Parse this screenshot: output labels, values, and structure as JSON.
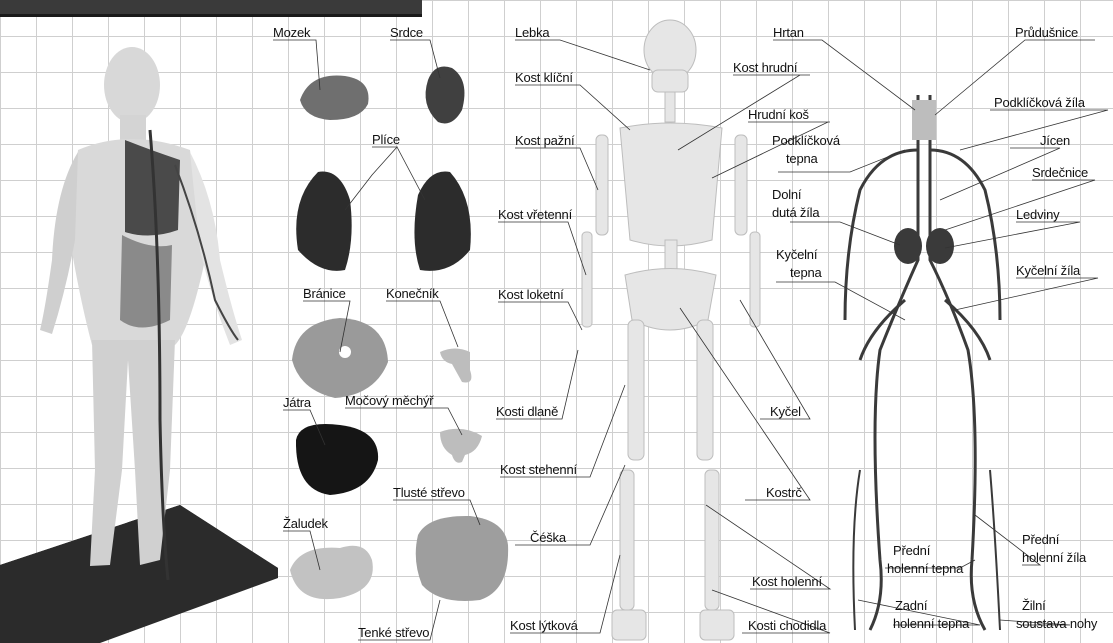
{
  "labels": {
    "mozek": "Mozek",
    "srdce": "Srdce",
    "plice": "Plíce",
    "branice": "Bránice",
    "konecnik": "Konečník",
    "jatra": "Játra",
    "mocovy_mechyr": "Močový měchýř",
    "tluste_strevo": "Tlusté střevo",
    "zaludek": "Žaludek",
    "tenke_strevo": "Tenké střevo",
    "lebka": "Lebka",
    "kost_klicni": "Kost klíční",
    "kost_hrudni": "Kost hrudní",
    "hrudni_kos": "Hrudní koš",
    "kost_pazni": "Kost pažní",
    "kost_vretenni": "Kost vřetenní",
    "kost_loketni": "Kost loketní",
    "kosti_dlane": "Kosti dlaně",
    "kycel": "Kyčel",
    "kost_stehenni": "Kost stehenní",
    "kostrc": "Kostrč",
    "cecka": "Čéška",
    "kost_holenni": "Kost holenní",
    "kost_lytkova": "Kost lýtková",
    "kosti_chodidla": "Kosti chodidla",
    "hrtan": "Hrtan",
    "prudusnice": "Průdušnice",
    "podklickova_zila": "Podklíčková žíla",
    "podklickova_tepna_1": "Podklíčková",
    "podklickova_tepna_2": "tepna",
    "jicen": "Jícen",
    "srdecnice": "Srdečnice",
    "dolni_duta_zila_1": "Dolní",
    "dolni_duta_zila_2": "dutá žíla",
    "ledviny": "Ledviny",
    "kycelni_tepna_1": "Kyčelní",
    "kycelni_tepna_2": "tepna",
    "kycelni_zila": "Kyčelní žíla",
    "predni_holenni_tepna_1": "Přední",
    "predni_holenni_tepna_2": "holenní tepna",
    "predni_holenni_zila_1": "Přední",
    "predni_holenni_zila_2": "holenní žíla",
    "zadni_holenni_tepna_1": "Zadní",
    "zadni_holenni_tepna_2": "holenní tepna",
    "zilni_soustava_1": "Žilní",
    "zilni_soustava_2": "soustava nohy"
  }
}
